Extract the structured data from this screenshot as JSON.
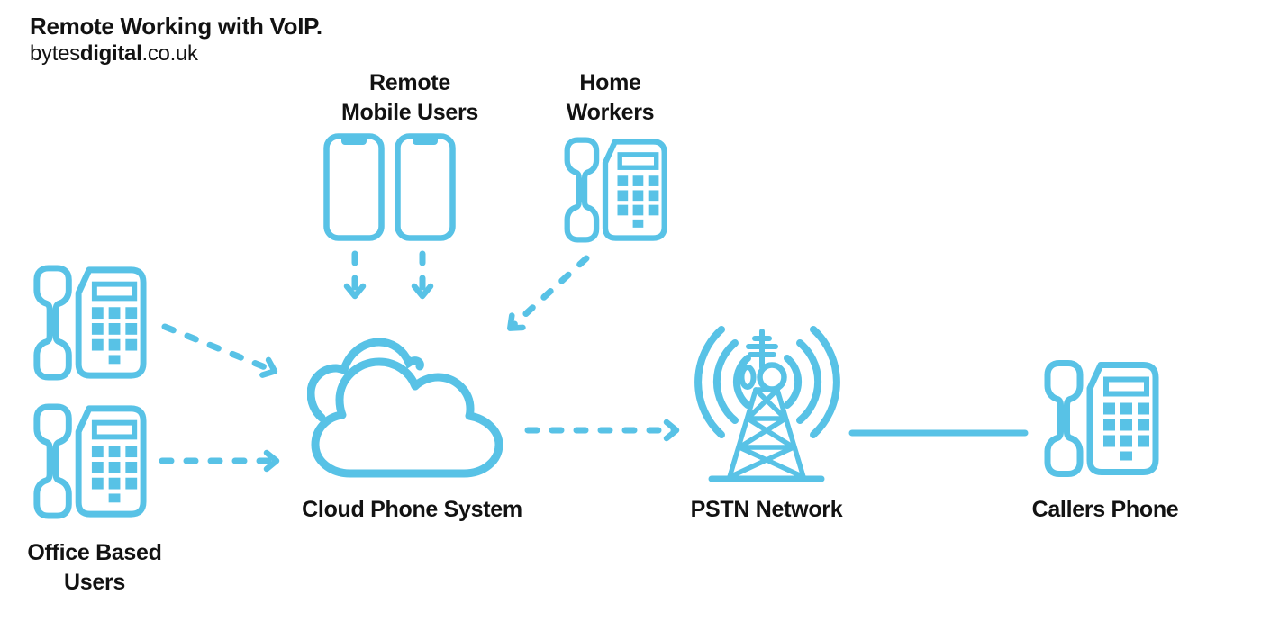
{
  "colors": {
    "accent": "#58C2E6",
    "text": "#121212",
    "background": "#FFFFFF"
  },
  "header": {
    "title": "Remote Working with VoIP.",
    "website": {
      "prefix": "bytes",
      "bold": "digital",
      "suffix": ".co.uk"
    }
  },
  "nodes": {
    "remote_mobile_users": {
      "label": [
        "Remote",
        "Mobile Users"
      ],
      "icon": "smartphone-icon",
      "icon_count": 2
    },
    "home_workers": {
      "label": [
        "Home",
        "Workers"
      ],
      "icon": "desk-phone-icon",
      "icon_count": 1
    },
    "office_based_users": {
      "label": [
        "Office Based",
        "Users"
      ],
      "icon": "desk-phone-icon",
      "icon_count": 2
    },
    "cloud_phone_system": {
      "label": [
        "Cloud Phone System"
      ],
      "icon": "cloud-icon",
      "icon_count": 1
    },
    "pstn_network": {
      "label": [
        "PSTN Network"
      ],
      "icon": "radio-tower-icon",
      "icon_count": 1
    },
    "callers_phone": {
      "label": [
        "Callers Phone"
      ],
      "icon": "desk-phone-icon",
      "icon_count": 1
    }
  },
  "connections": [
    {
      "from": "office_based_users_phone_1",
      "to": "cloud_phone_system",
      "style": "dashed-arrow"
    },
    {
      "from": "office_based_users_phone_2",
      "to": "cloud_phone_system",
      "style": "dashed-arrow"
    },
    {
      "from": "remote_mobile_phone_1",
      "to": "cloud_phone_system",
      "style": "dashed-arrow"
    },
    {
      "from": "remote_mobile_phone_2",
      "to": "cloud_phone_system",
      "style": "dashed-arrow"
    },
    {
      "from": "home_workers",
      "to": "cloud_phone_system",
      "style": "dashed-arrow"
    },
    {
      "from": "cloud_phone_system",
      "to": "pstn_network",
      "style": "dashed-arrow"
    },
    {
      "from": "pstn_network",
      "to": "callers_phone",
      "style": "solid-line"
    }
  ]
}
